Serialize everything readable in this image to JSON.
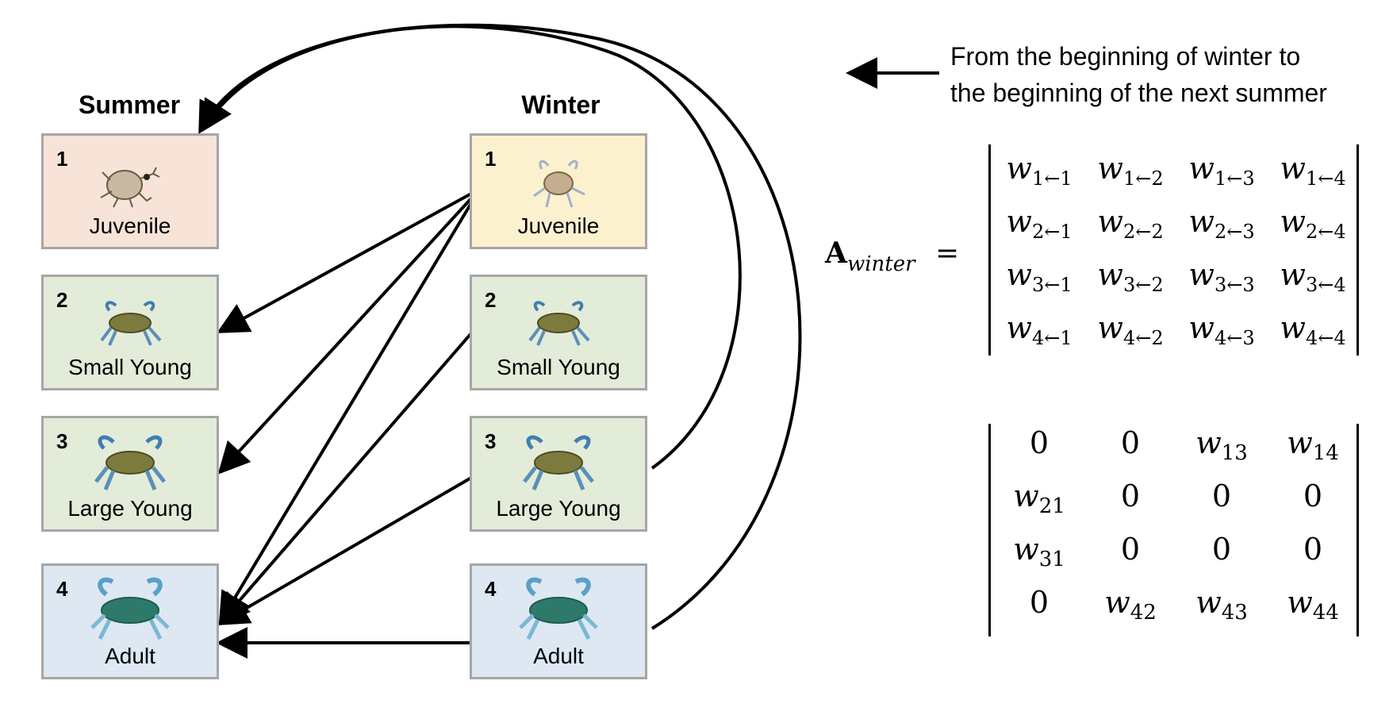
{
  "columns": {
    "summer": "Summer",
    "winter": "Winter"
  },
  "summer_stages": [
    {
      "num": "1",
      "label": "Juvenile"
    },
    {
      "num": "2",
      "label": "Small Young"
    },
    {
      "num": "3",
      "label": "Large Young"
    },
    {
      "num": "4",
      "label": "Adult"
    }
  ],
  "winter_stages": [
    {
      "num": "1",
      "label": "Juvenile"
    },
    {
      "num": "2",
      "label": "Small Young"
    },
    {
      "num": "3",
      "label": "Large Young"
    },
    {
      "num": "4",
      "label": "Adult"
    }
  ],
  "legend": {
    "line1": "From the beginning of winter to",
    "line2": "the beginning of the next summer"
  },
  "symbolic_matrix": {
    "name": "A",
    "subscript": "winter",
    "equals": "=",
    "rows": [
      [
        [
          "w",
          "1←1"
        ],
        [
          "w",
          "1←2"
        ],
        [
          "w",
          "1←3"
        ],
        [
          "w",
          "1←4"
        ]
      ],
      [
        [
          "w",
          "2←1"
        ],
        [
          "w",
          "2←2"
        ],
        [
          "w",
          "2←3"
        ],
        [
          "w",
          "2←4"
        ]
      ],
      [
        [
          "w",
          "3←1"
        ],
        [
          "w",
          "3←2"
        ],
        [
          "w",
          "3←3"
        ],
        [
          "w",
          "3←4"
        ]
      ],
      [
        [
          "w",
          "4←1"
        ],
        [
          "w",
          "4←2"
        ],
        [
          "w",
          "4←3"
        ],
        [
          "w",
          "4←4"
        ]
      ]
    ]
  },
  "numeric_matrix": {
    "rows": [
      [
        [
          "0",
          ""
        ],
        [
          "0",
          ""
        ],
        [
          "w",
          "13"
        ],
        [
          "w",
          "14"
        ]
      ],
      [
        [
          "w",
          "21"
        ],
        [
          "0",
          ""
        ],
        [
          "0",
          ""
        ],
        [
          "0",
          ""
        ]
      ],
      [
        [
          "w",
          "31"
        ],
        [
          "0",
          ""
        ],
        [
          "0",
          ""
        ],
        [
          "0",
          ""
        ]
      ],
      [
        [
          "0",
          ""
        ],
        [
          "w",
          "42"
        ],
        [
          "w",
          "43"
        ],
        [
          "w",
          "44"
        ]
      ]
    ]
  },
  "transitions": [
    {
      "from": "winter-1",
      "to": "summer-2"
    },
    {
      "from": "winter-1",
      "to": "summer-3"
    },
    {
      "from": "winter-1",
      "to": "summer-4"
    },
    {
      "from": "winter-2",
      "to": "summer-4"
    },
    {
      "from": "winter-3",
      "to": "summer-4"
    },
    {
      "from": "winter-4",
      "to": "summer-4"
    },
    {
      "from": "winter-3",
      "to": "summer-1"
    },
    {
      "from": "winter-4",
      "to": "summer-1"
    }
  ],
  "icons": {
    "juvenile": "juvenile-crab-icon",
    "young": "young-crab-icon",
    "adult": "adult-crab-icon"
  },
  "colors": {
    "juvenile_summer": "#f7e3d8",
    "juvenile_winter": "#fcf1cf",
    "young": "#e3ecd8",
    "adult": "#dde8f2",
    "border": "#a6a6a6"
  }
}
